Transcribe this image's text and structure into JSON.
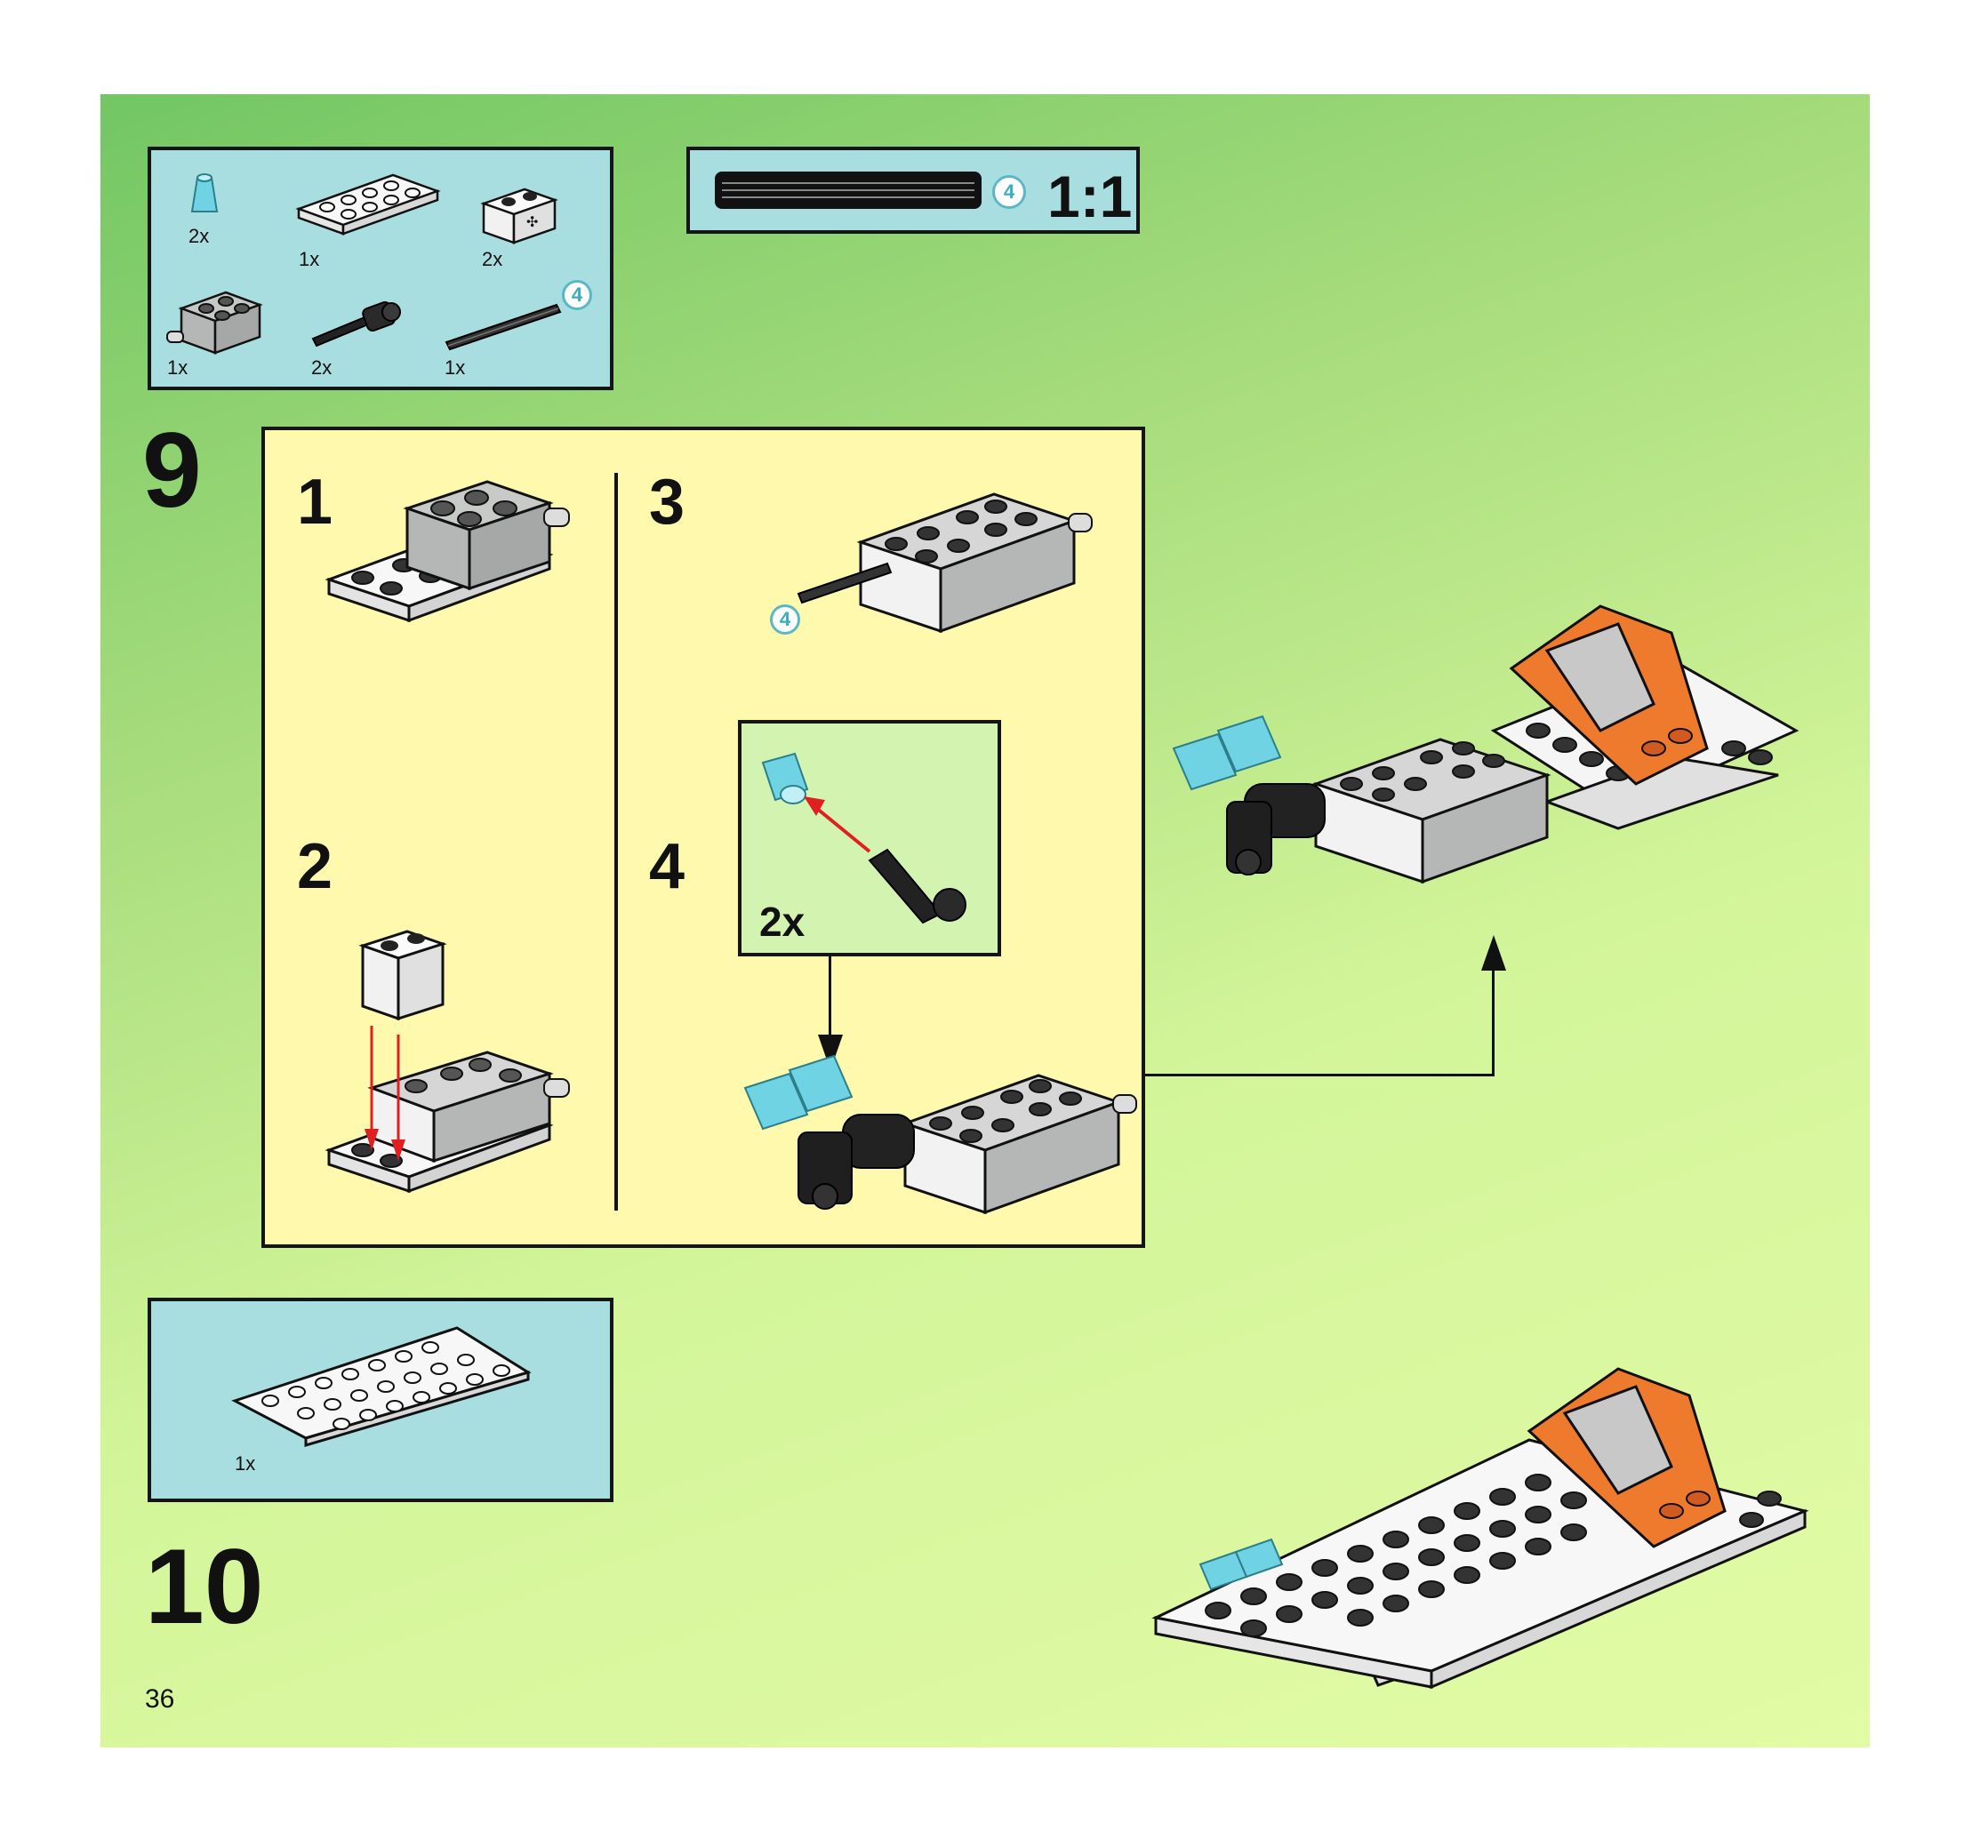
{
  "page": {
    "number": "36"
  },
  "step9": {
    "number": "9",
    "parts": [
      {
        "name": "trans-light-blue-cone",
        "qty": "2x"
      },
      {
        "name": "white-plate-2x4",
        "qty": "1x"
      },
      {
        "name": "white-brick-axle-hole",
        "qty": "2x"
      },
      {
        "name": "gray-brick-with-pins",
        "qty": "1x"
      },
      {
        "name": "black-axle-connector",
        "qty": "2x"
      },
      {
        "name": "black-axle-length-4",
        "qty": "1x",
        "badge": "4"
      }
    ],
    "scale": {
      "badge": "4",
      "label": "1:1"
    },
    "substeps": [
      {
        "number": "1"
      },
      {
        "number": "2"
      },
      {
        "number": "3",
        "badge": "4"
      },
      {
        "number": "4",
        "callout_qty": "2x"
      }
    ]
  },
  "step10": {
    "number": "10",
    "parts": [
      {
        "name": "white-wedge-plate",
        "qty": "1x"
      }
    ]
  },
  "colors": {
    "page_green": "#a7dc7c",
    "parts_box": "#a9dee0",
    "substep_panel": "#fff9ad",
    "callout": "#d3f4b1",
    "arrow_red": "#e02020",
    "brick_gray": "#b4b7b5",
    "brick_white": "#f2f2f2",
    "orange": "#ee7a2e",
    "trans_blue": "#5fd0e0"
  }
}
